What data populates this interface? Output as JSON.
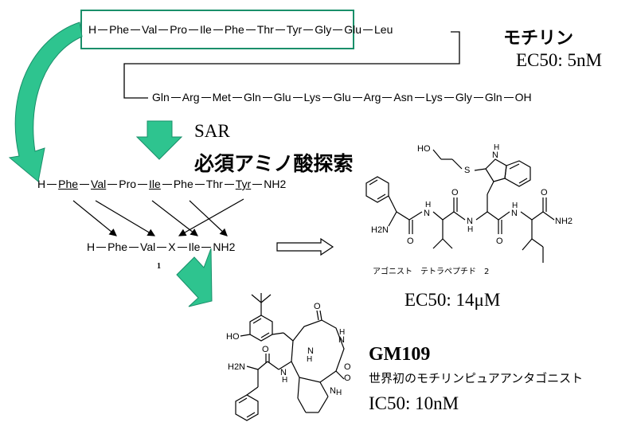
{
  "motilin": {
    "name": "モチリン",
    "ec50": "EC50: 5nM",
    "line1": [
      "H",
      "Phe",
      "Val",
      "Pro",
      "Ile",
      "Phe",
      "Thr",
      "Tyr",
      "Gly",
      "Glu",
      "Leu"
    ],
    "line2": [
      "Gln",
      "Arg",
      "Met",
      "Gln",
      "Glu",
      "Lys",
      "Glu",
      "Arg",
      "Asn",
      "Lys",
      "Gly",
      "Gln",
      "OH"
    ]
  },
  "sar": {
    "label": "SAR",
    "subtitle": "必須アミノ酸探索"
  },
  "fragment": {
    "residues": [
      "H",
      "Phe",
      "Val",
      "Pro",
      "Ile",
      "Phe",
      "Thr",
      "Tyr",
      "NH2"
    ],
    "underlined": [
      1,
      2,
      4,
      7
    ]
  },
  "tetrapeptide": {
    "residues": [
      "H",
      "Phe",
      "Val",
      "X",
      "Ile",
      "NH2"
    ],
    "compound_number": "1"
  },
  "agonist": {
    "label": "アゴニスト　テトラペプチド　2",
    "ec50": "EC50: 14μM",
    "atoms": [
      "HO",
      "S",
      "N",
      "H",
      "H2N",
      "H",
      "N",
      "O",
      "O",
      "H",
      "N",
      "N",
      "H",
      "O",
      "O",
      "NH2"
    ]
  },
  "gm109": {
    "name": "GM109",
    "description": "世界初のモチリンピュアアンタゴニスト",
    "ic50": "IC50: 10nM",
    "atoms": [
      "HO",
      "H2N",
      "O",
      "H",
      "N",
      "O",
      "N",
      "H",
      "O",
      "H",
      "N",
      "O",
      "N",
      "H"
    ]
  },
  "colors": {
    "accent": "#1fa37a",
    "arrow_fill": "#2ec48f",
    "box_border": "#1a8f6a"
  }
}
